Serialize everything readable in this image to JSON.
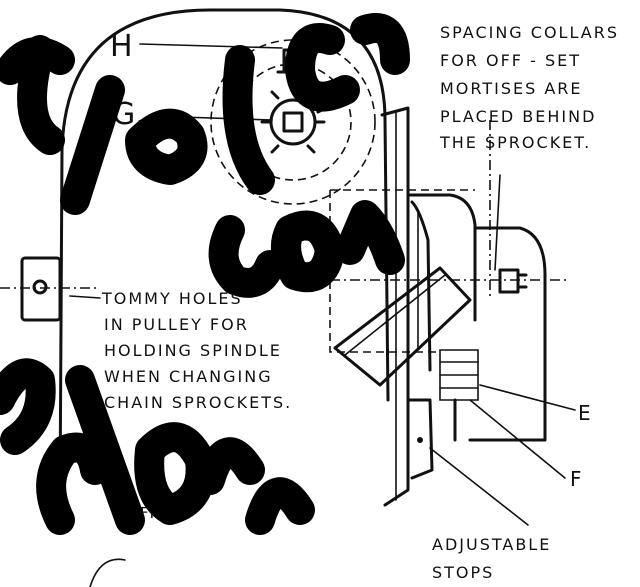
{
  "labels": {
    "h": "H",
    "g": "G.",
    "e": "E",
    "f": "F",
    "fig": "FIG. 2"
  },
  "notes": {
    "spacing": [
      "SPACING COLLARS",
      "FOR OFF - SET",
      "MORTISES ARE",
      "PLACED BEHIND",
      "THE SPROCKET."
    ],
    "tommy": [
      "TOMMY HOLES",
      "IN PULLEY FOR",
      "HOLDING SPINDLE",
      "WHEN CHANGING",
      "CHAIN SPROCKETS."
    ],
    "stops": [
      "ADJUSTABLE",
      "STOPS"
    ]
  },
  "colors": {
    "ink": "#111111",
    "background": "#ffffff",
    "watermark": "#000000"
  }
}
